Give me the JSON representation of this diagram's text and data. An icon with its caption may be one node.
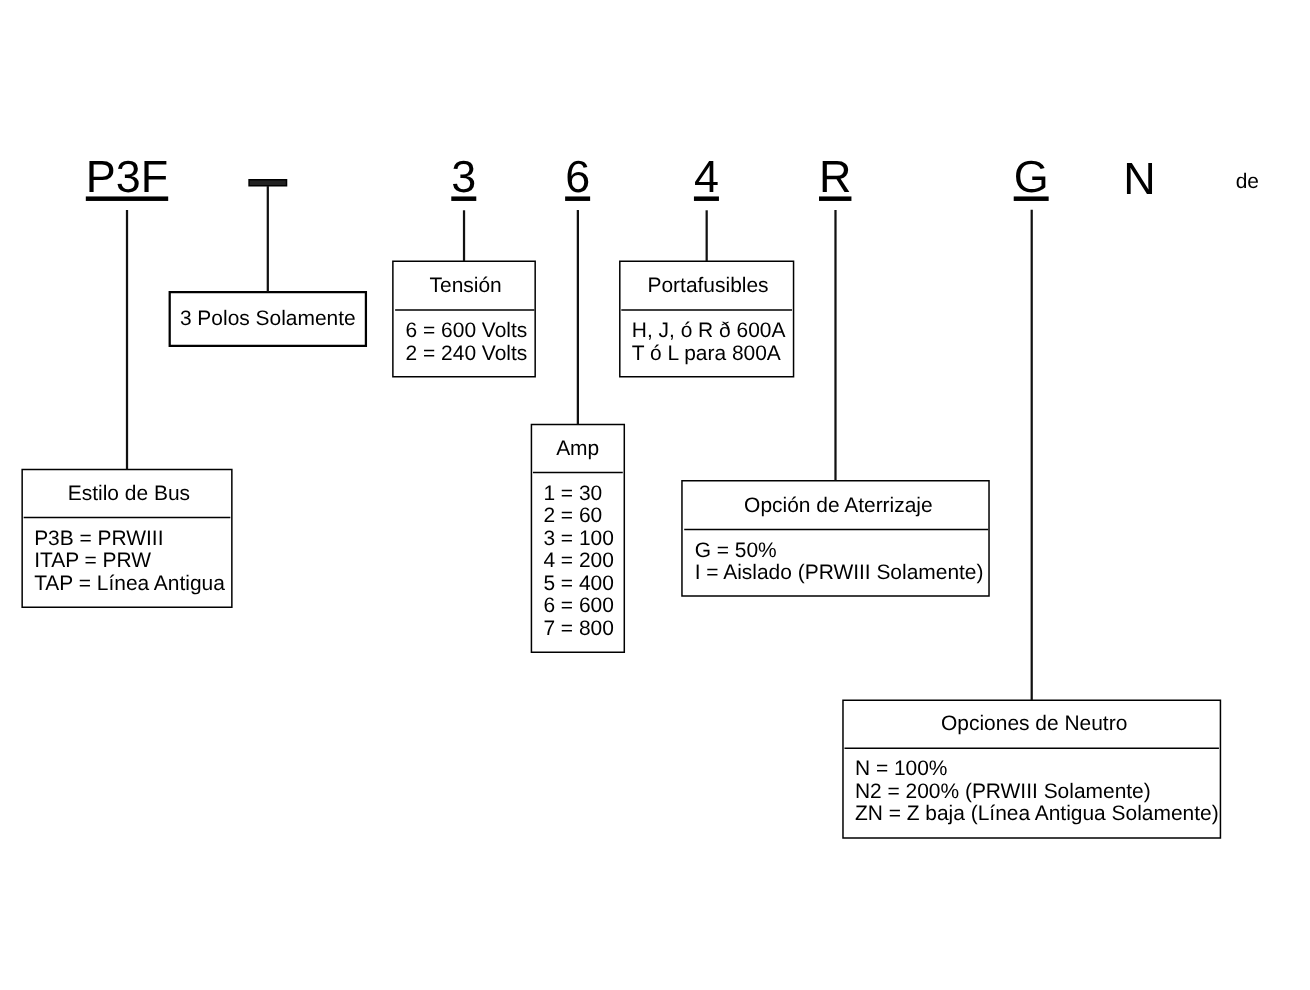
{
  "diagram": {
    "nodes": [
      {
        "text": [
          "P3F"
        ]
      },
      {
        "text": [],
        "shape": "bar"
      },
      {
        "text": [
          "3"
        ]
      },
      {
        "text": [
          "6"
        ]
      },
      {
        "text": [
          "4"
        ]
      },
      {
        "text": [
          "R"
        ]
      },
      {
        "text": [
          "G"
        ]
      },
      {
        "text": [
          "3 Polos Solamente"
        ]
      },
      {
        "text": [
          "Tensión",
          "6 = 600 Volts",
          "2 = 240 Volts"
        ]
      },
      {
        "text": [
          "Portafusibles",
          "H, J, ó R ð 600A",
          "T ó L para 800A"
        ]
      },
      {
        "text": [
          "Estilo de Bus",
          "P3B = PRWIII",
          "ITAP = PRW",
          "TAP = Línea Antigua"
        ]
      },
      {
        "text": [
          "Amp",
          "1 = 30",
          "2 = 60",
          "3 = 100",
          "4 = 200",
          "5 = 400",
          "6 = 600",
          "7 = 800"
        ]
      },
      {
        "text": [
          "Opción de Aterrizaje",
          "G = 50%",
          "I = Aislado (PRWIII Solamente)"
        ]
      },
      {
        "text": [
          "Opciones de Neutro",
          "N = 100%",
          "N2 = 200% (PRWIII Solamente)",
          "ZN = Z baja (Línea Antigua Solamente)"
        ]
      }
    ],
    "edges": [
      {
        "from": 0,
        "to": 10,
        "arrow": "none"
      },
      {
        "from": 1,
        "to": 7,
        "arrow": "none"
      },
      {
        "from": 2,
        "to": 8,
        "arrow": "none"
      },
      {
        "from": 3,
        "to": 11,
        "arrow": "none"
      },
      {
        "from": 4,
        "to": 9,
        "arrow": "none"
      },
      {
        "from": 5,
        "to": 12,
        "arrow": "none"
      },
      {
        "from": 6,
        "to": 13,
        "arrow": "none"
      }
    ],
    "labels": [
      "N",
      "de"
    ]
  }
}
